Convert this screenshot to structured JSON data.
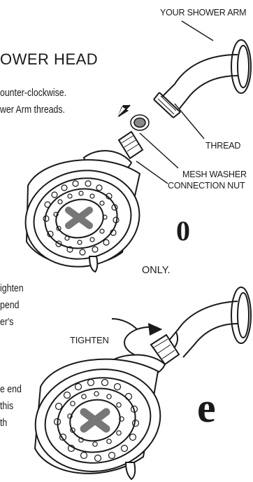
{
  "heading": "OWER HEAD",
  "instructions": [
    "ounter-clockwise.",
    "wer Arm threads."
  ],
  "labels": {
    "shower_arm": "YOUR SHOWER ARM",
    "thread": "THREAD",
    "mesh_washer": "MESH WASHER",
    "connection_nut": "CONNECTION NUT",
    "tighten": "TIGHTEN"
  },
  "steps": {
    "first": "0",
    "second": "e"
  },
  "side_text": {
    "only": "ONLY.",
    "lines": [
      "ighten",
      "pend",
      "er's",
      "e end",
      "this",
      "th"
    ]
  }
}
